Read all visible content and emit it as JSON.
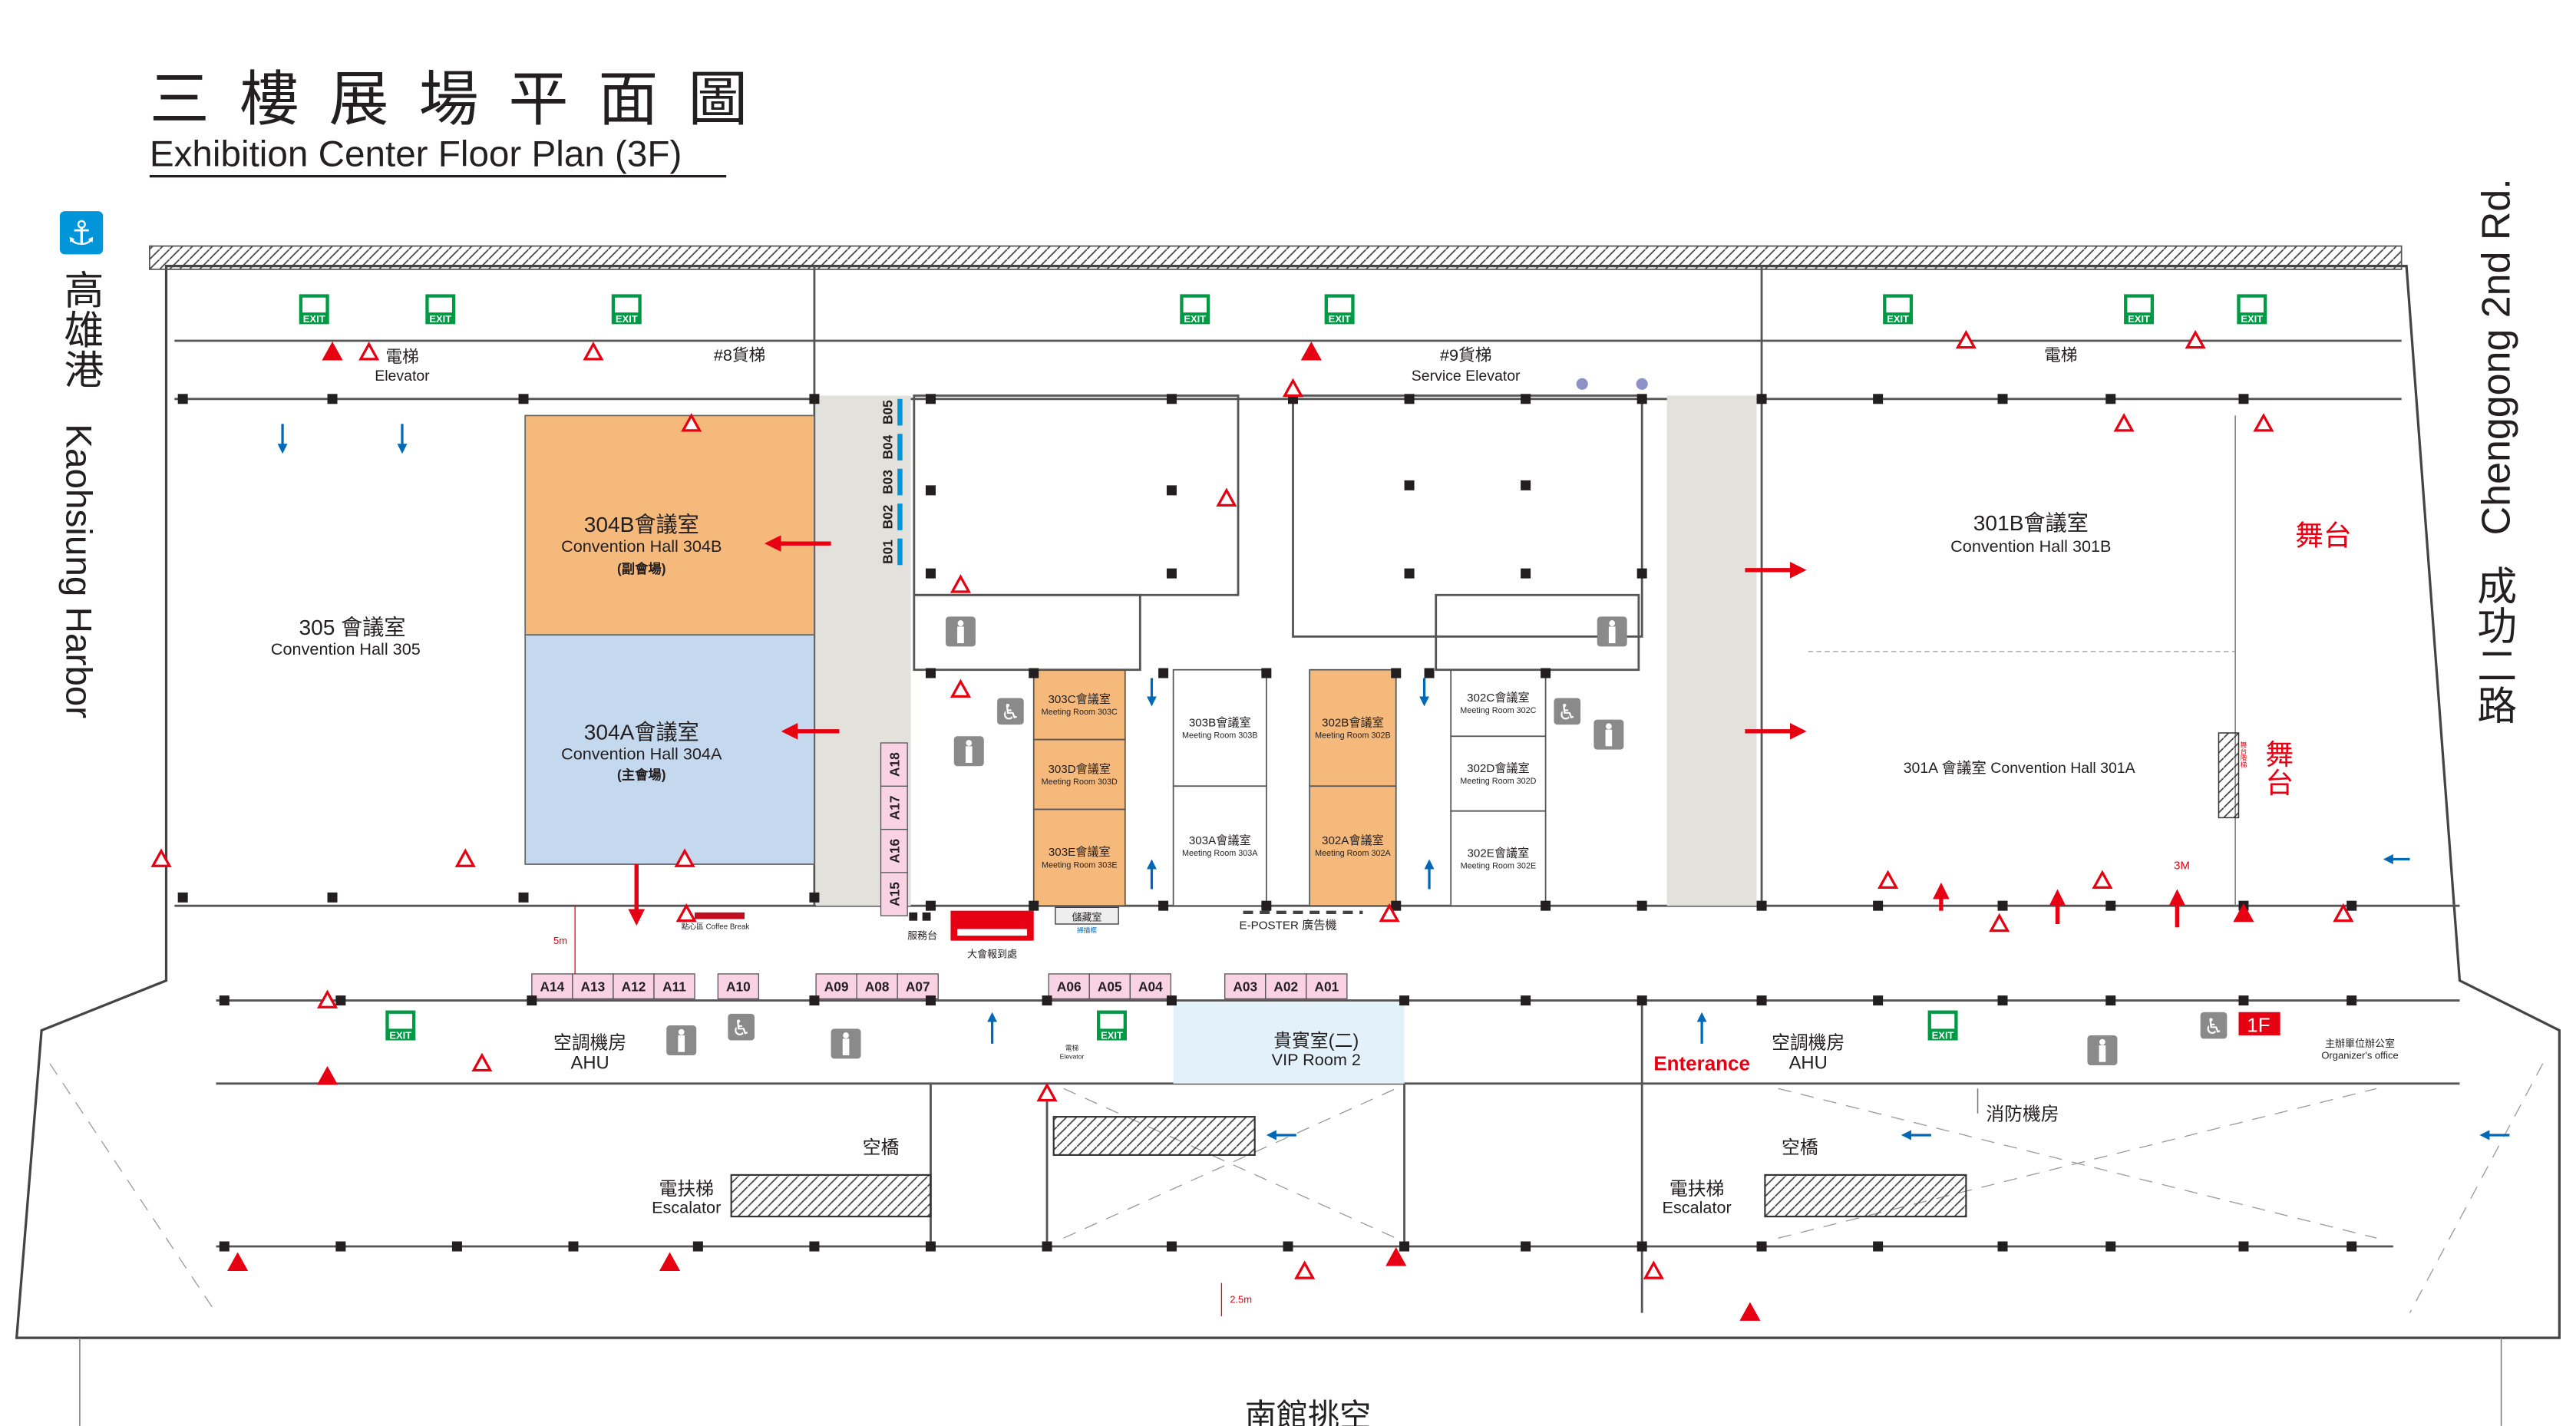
{
  "title": {
    "zh": "三 樓 展 場 平 面 圖",
    "en": "Exhibition Center Floor Plan (3F)"
  },
  "sides": {
    "left_zh": "高雄港",
    "left_en": "Kaohsiung Harbor",
    "left_icon": "anchor-icon",
    "right_en": "Chenggong 2nd Rd.",
    "right_zh": "成功二路",
    "bottom_zh": "南館挑空"
  },
  "colors": {
    "orange_room": "#f5b97c",
    "blue_room": "#c5d9ee",
    "vip_room": "#e3f1fb",
    "booth_pink": "#f9d3e3",
    "corridor_gray": "#e3e1dc",
    "accent_red": "#e60012",
    "exit_green": "#009a44",
    "arrow_blue": "#0068b7"
  },
  "rooms": {
    "h305": {
      "zh": "305  會議室",
      "en": "Convention Hall 305"
    },
    "h304b": {
      "zh": "304B會議室",
      "en": "Convention Hall 304B",
      "note": "(副會場)"
    },
    "h304a": {
      "zh": "304A會議室",
      "en": "Convention Hall 304A",
      "note": "(主會場)"
    },
    "h301b": {
      "zh": "301B會議室",
      "en": "Convention Hall 301B"
    },
    "h301a": {
      "text": "301A 會議室  Convention Hall 301A"
    },
    "stage1": "舞台",
    "stage2": "舞台",
    "stage_stairs": "舞台階梯",
    "m303c": {
      "zh": "303C會議室",
      "en": "Meeting Room 303C"
    },
    "m303d": {
      "zh": "303D會議室",
      "en": "Meeting Room 303D"
    },
    "m303e": {
      "zh": "303E會議室",
      "en": "Meeting Room 303E"
    },
    "m303b": {
      "zh": "303B會議室",
      "en": "Meeting Room 303B"
    },
    "m303a": {
      "zh": "303A會議室",
      "en": "Meeting Room 303A"
    },
    "m302b": {
      "zh": "302B會議室",
      "en": "Meeting Room 302B"
    },
    "m302a": {
      "zh": "302A會議室",
      "en": "Meeting Room 302A"
    },
    "m302c": {
      "zh": "302C會議室",
      "en": "Meeting Room 302C"
    },
    "m302d": {
      "zh": "302D會議室",
      "en": "Meeting Room 302D"
    },
    "m302e": {
      "zh": "302E會議室",
      "en": "Meeting Room 302E"
    },
    "vip": {
      "zh": "貴賓室(二)",
      "en": "VIP Room 2"
    },
    "ahu1": {
      "zh": "空調機房",
      "en": "AHU"
    },
    "ahu2": {
      "zh": "空調機房",
      "en": "AHU"
    },
    "organizer": {
      "zh": "主辦單位辦公室",
      "en": "Organizer's office"
    },
    "fire_room": "消防機房"
  },
  "facilities": {
    "elevator1": {
      "zh": "電梯",
      "en": "Elevator"
    },
    "elevator_small": {
      "zh": "電梯",
      "en": "Elevator"
    },
    "elevator2": {
      "zh": "電梯"
    },
    "freight8": "#8貨梯",
    "freight9": {
      "zh": "#9貨梯",
      "en": "Service Elevator"
    },
    "escalator1": {
      "zh": "電扶梯",
      "en": "Escalator"
    },
    "escalator2": {
      "zh": "電扶梯",
      "en": "Escalator"
    },
    "skybridge1": "空橋",
    "skybridge2": "空橋",
    "service_desk": "服務台",
    "registration": "大會報到處",
    "storage": "儲藏室",
    "storage_sub": "掃描框",
    "eposter": "E-POSTER 廣告機",
    "coffee": "點心區 Coffee Break",
    "entrance": "Enterance",
    "floor_1f": "1F",
    "exit_label": "EXIT",
    "dist_5m": "5m",
    "dist_25m": "2.5m",
    "dist_3m": "3M"
  },
  "booths_b": [
    "B01",
    "B02",
    "B03",
    "B04",
    "B05"
  ],
  "booths_a_side": [
    "A15",
    "A16",
    "A17",
    "A18"
  ],
  "booths_a_row1": [
    "A14",
    "A13",
    "A12",
    "A11"
  ],
  "booths_a_row2": [
    "A10"
  ],
  "booths_a_row3": [
    "A09",
    "A08",
    "A07"
  ],
  "booths_a_row4": [
    "A06",
    "A05",
    "A04"
  ],
  "booths_a_row5": [
    "A03",
    "A02",
    "A01"
  ]
}
